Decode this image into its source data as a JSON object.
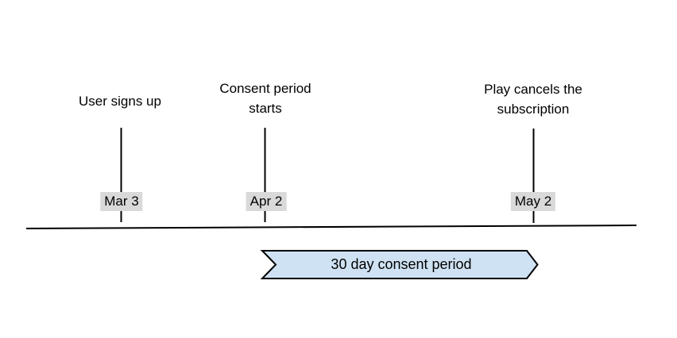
{
  "events": [
    {
      "label": "User signs up",
      "date": "Mar 3"
    },
    {
      "label": "Consent period\nstarts",
      "date": "Apr 2"
    },
    {
      "label": "Play cancels the\nsubscription",
      "date": "May 2"
    }
  ],
  "banner": {
    "label": "30 day consent period",
    "fill": "#cfe2f3",
    "border_color": "#000000"
  },
  "colors": {
    "canvas_background": "#ffffff",
    "badge_background": "#d9d9d9",
    "axis_line": "#000000",
    "text": "#000000"
  }
}
